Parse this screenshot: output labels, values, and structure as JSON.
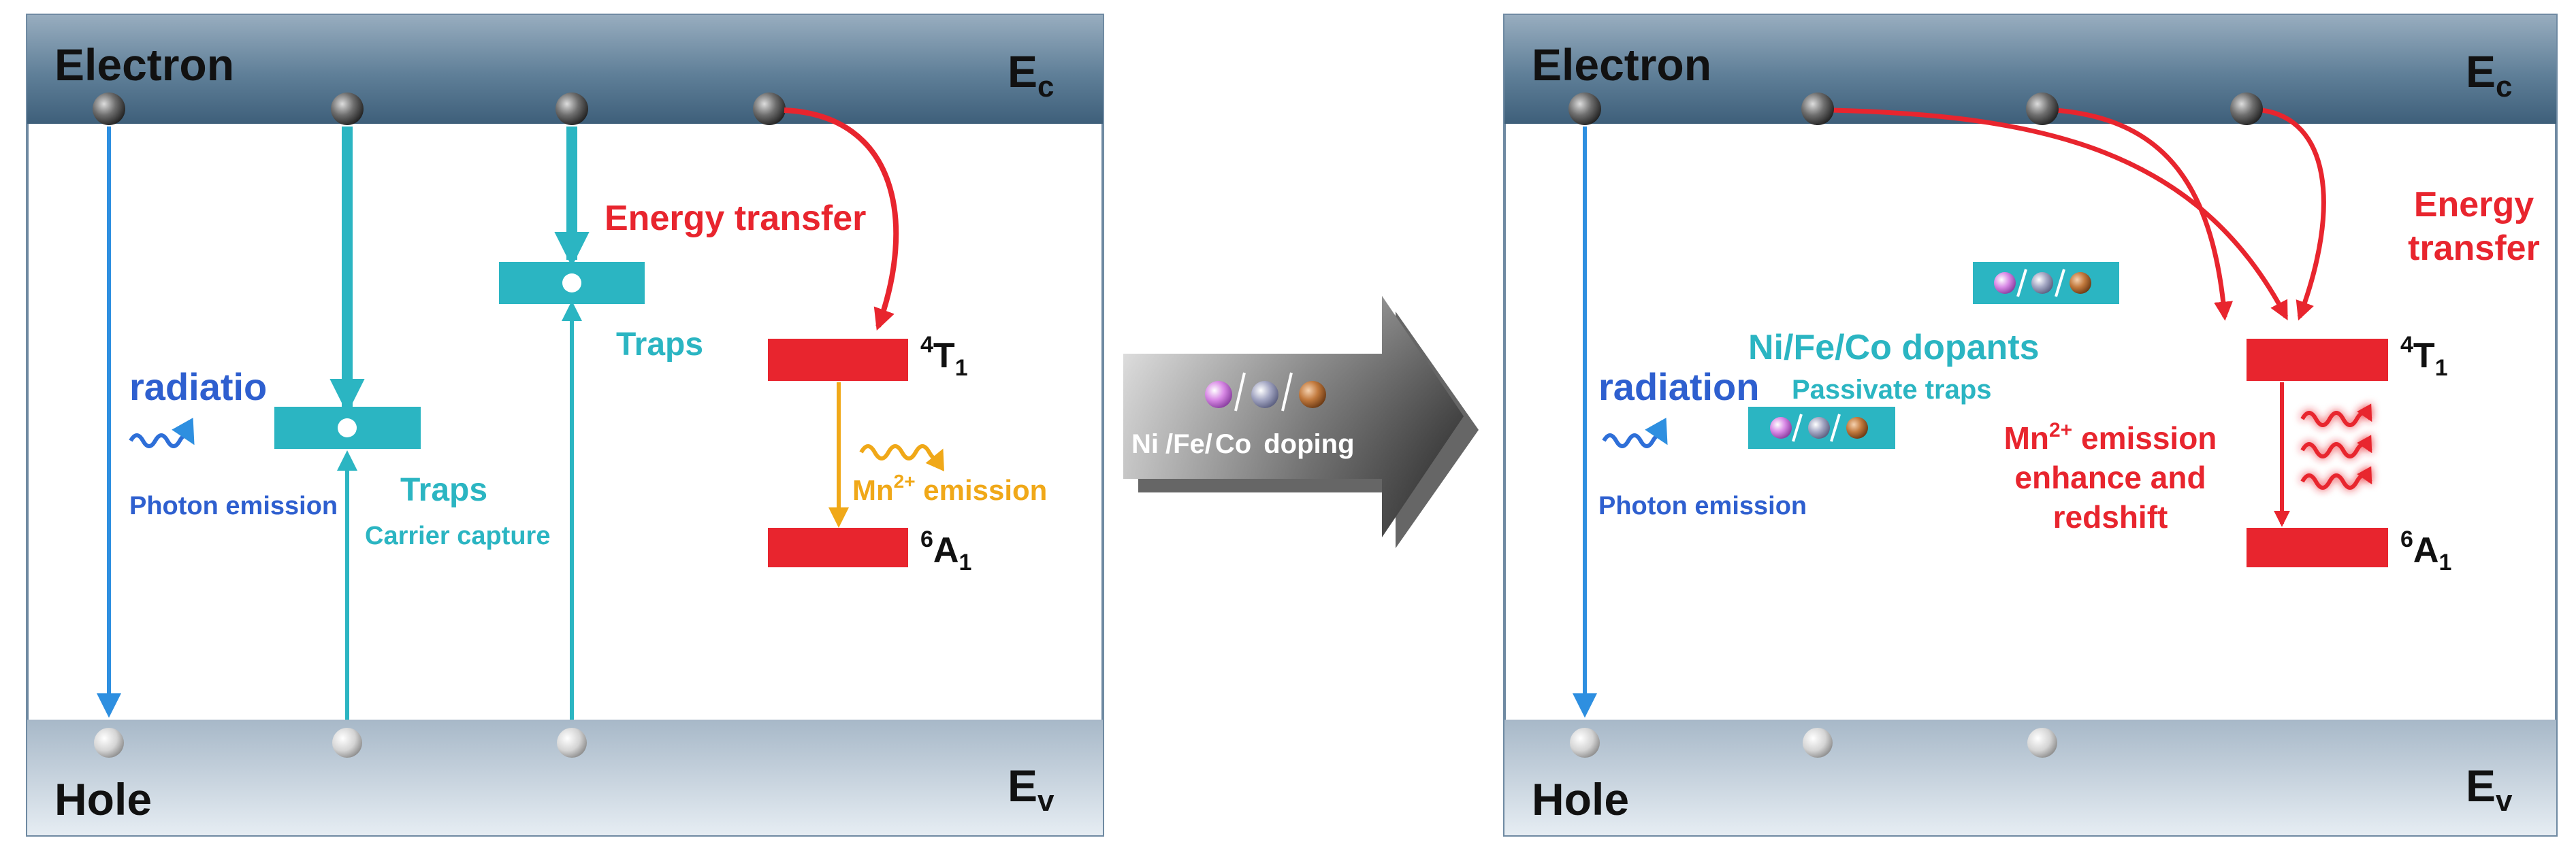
{
  "left_panel": {
    "electron_label": "Electron",
    "hole_label": "Hole",
    "ec_main": "E",
    "ec_sub": "c",
    "ev_main": "E",
    "ev_sub": "v",
    "radiation_label": "radiatio",
    "photon_emission": "Photon emission",
    "traps_label_1": "Traps",
    "carrier_capture": "Carrier capture",
    "traps_label_2": "Traps",
    "energy_transfer": "Energy transfer",
    "mn_prefix": "Mn",
    "mn_sup": "2+",
    "mn_suffix": " emission",
    "t1_sup": "4",
    "t1_main": "T",
    "t1_sub": "1",
    "a1_sup": "6",
    "a1_main": "A",
    "a1_sub": "1"
  },
  "arrow": {
    "label_ni": "Ni",
    "label_fe": "/Fe/",
    "label_co": "Co",
    "label_doping": "doping"
  },
  "right_panel": {
    "electron_label": "Electron",
    "hole_label": "Hole",
    "ec_main": "E",
    "ec_sub": "c",
    "ev_main": "E",
    "ev_sub": "v",
    "radiation_label": "radiation",
    "photon_emission": "Photon emission",
    "dopants_label": "Ni/Fe/Co dopants",
    "passivate_label": "Passivate traps",
    "energy_line1": "Energy",
    "energy_line2": "transfer",
    "mn_prefix": "Mn",
    "mn_sup": "2+",
    "mn_suffix": " emission",
    "enhance_line": "enhance and",
    "redshift_line": "redshift",
    "t1_sup": "4",
    "t1_main": "T",
    "t1_sub": "1",
    "a1_sup": "6",
    "a1_main": "A",
    "a1_sub": "1"
  },
  "colors": {
    "band": "#4c6e88",
    "cyan": "#2bb5c2",
    "blue": "#2e6fd8",
    "red": "#e8252e",
    "orange": "#f0a818",
    "ni": "#d98ae6",
    "fe": "#a5a8c4",
    "co": "#c27a3e"
  }
}
